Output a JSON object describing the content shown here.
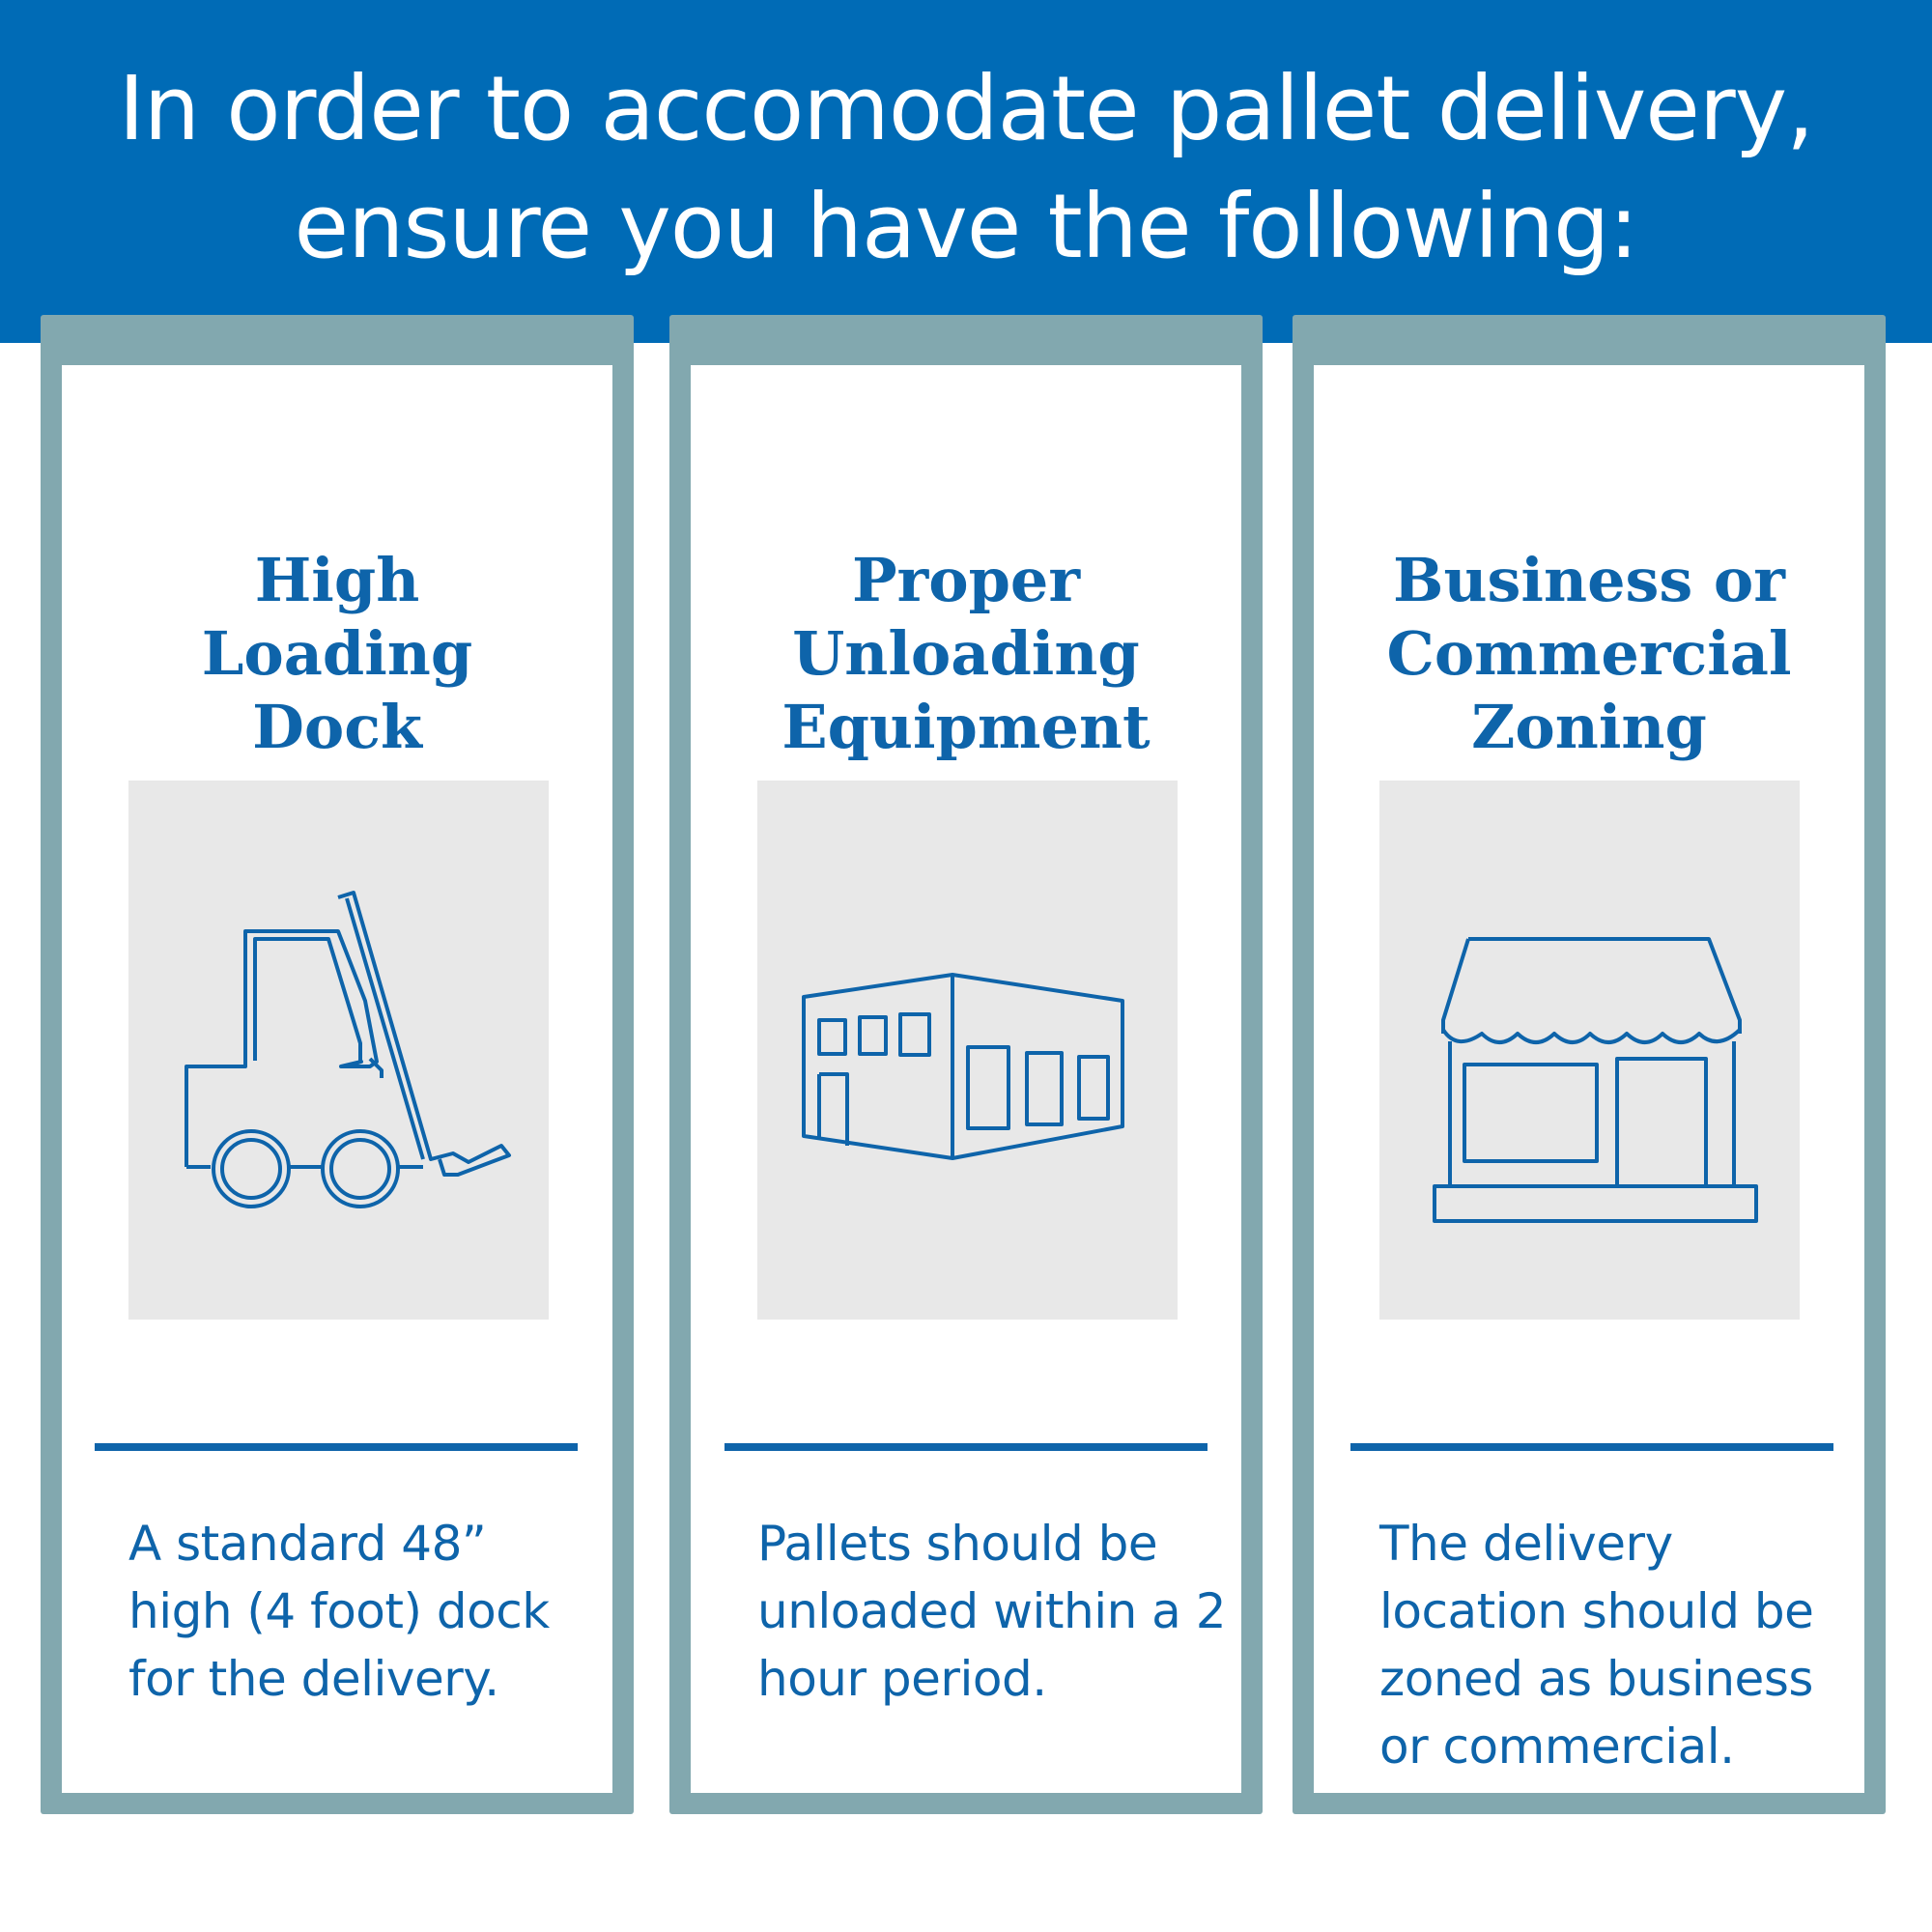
{
  "header": {
    "title_lines": [
      "In order to accomodate pallet delivery,",
      "ensure you have the following:"
    ]
  },
  "colors": {
    "brand_blue": "#006BB6",
    "text_blue": "#0E64AA",
    "frame_gray": "#82A8AF",
    "icon_bg": "#E8E8E8"
  },
  "cards": [
    {
      "title_lines": [
        "High",
        "Loading",
        "Dock"
      ],
      "icon": "forklift-icon",
      "desc_lines": [
        "A standard 48”",
        "high (4 foot) dock",
        "for the delivery."
      ]
    },
    {
      "title_lines": [
        "Proper",
        "Unloading",
        "Equipment"
      ],
      "icon": "warehouse-icon",
      "desc_lines": [
        "Pallets should be",
        "unloaded within a 2",
        "hour period."
      ]
    },
    {
      "title_lines": [
        "Business or",
        "Commercial",
        "Zoning"
      ],
      "icon": "storefront-icon",
      "desc_lines": [
        "The delivery",
        "location should be",
        "zoned as business",
        "or commercial."
      ]
    }
  ]
}
